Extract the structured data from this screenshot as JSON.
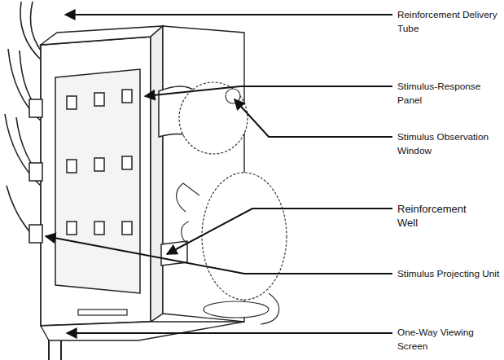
{
  "diagram": {
    "labels": [
      "Reinforcement Delivery Tube",
      "Stimulus-Response Panel",
      "Stimulus Observation Window",
      "Reinforcement Well",
      "Stimulus Projecting Unit",
      "One-Way Viewing Screen"
    ]
  }
}
